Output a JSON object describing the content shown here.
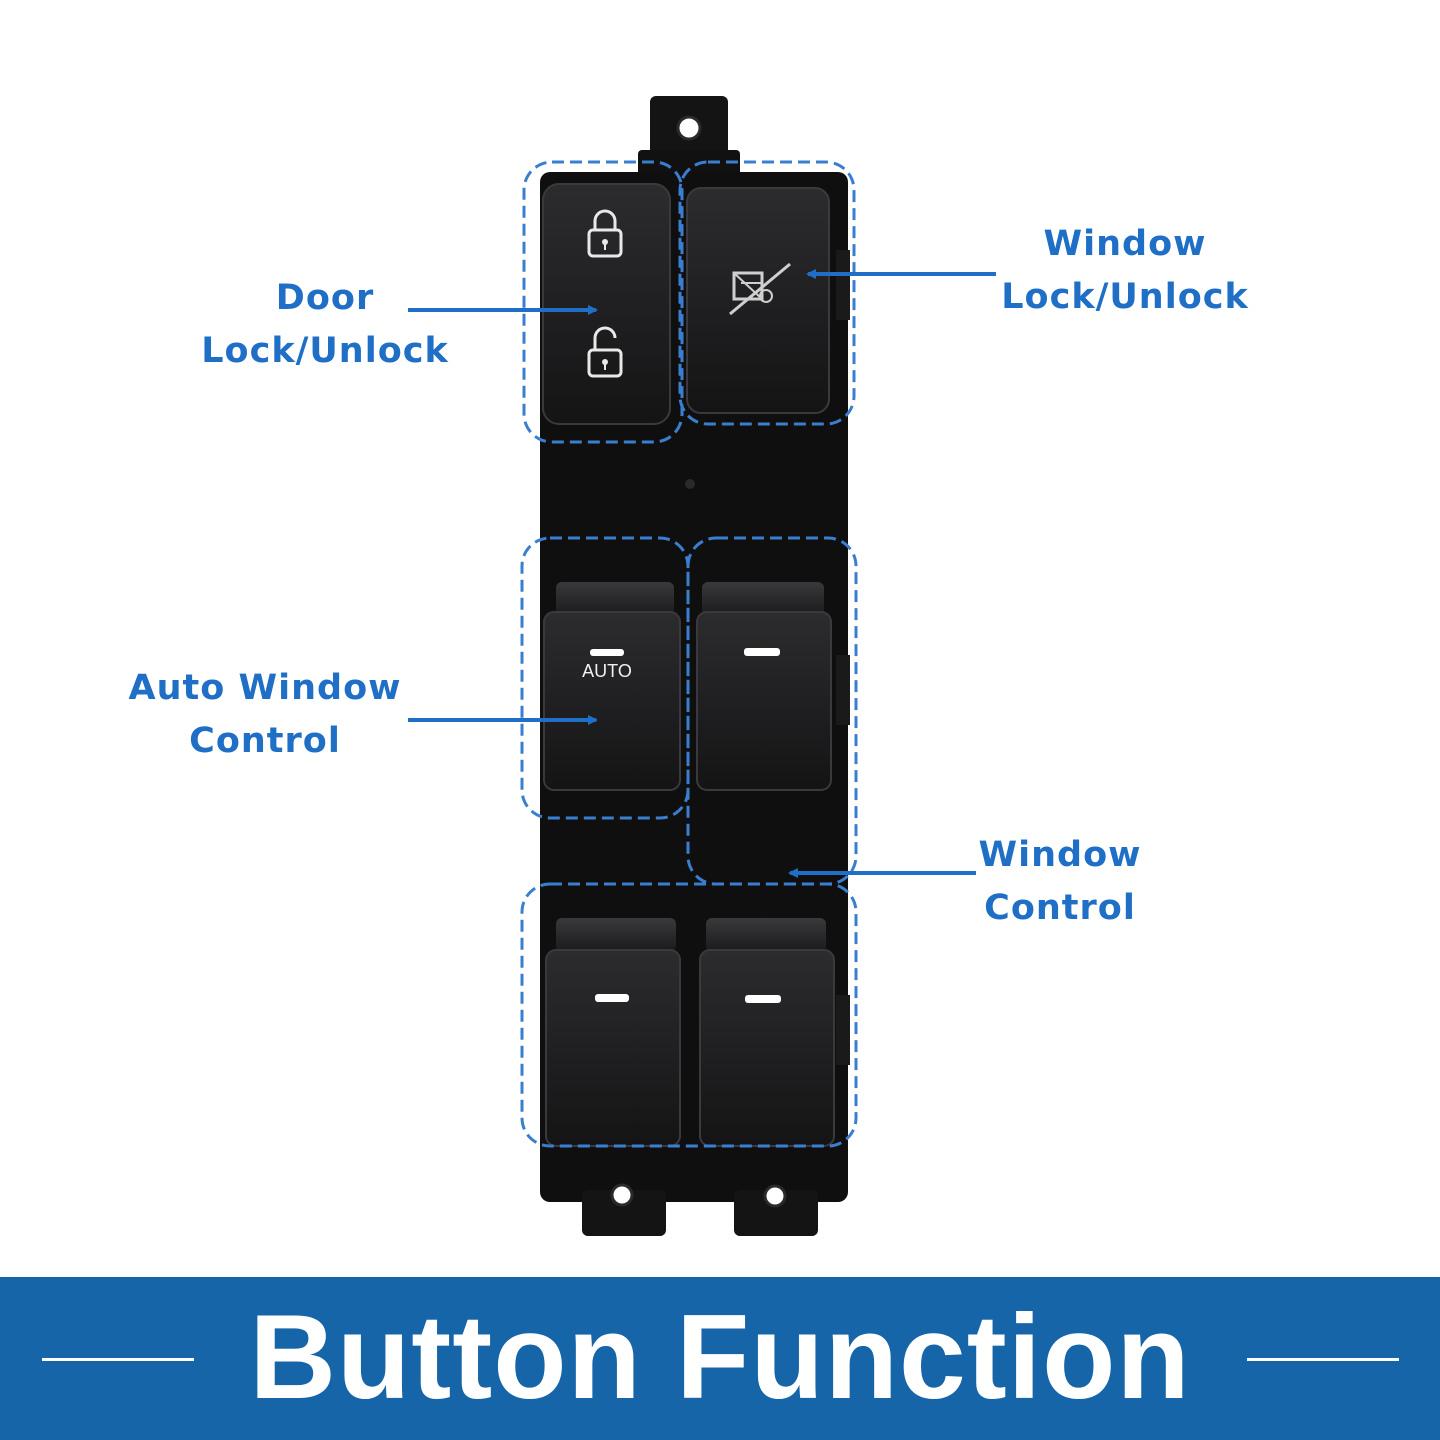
{
  "labels": {
    "door_lock": {
      "line1": "Door",
      "line2": "Lock/Unlock"
    },
    "window_lock": {
      "line1": "Window",
      "line2": "Lock/Unlock"
    },
    "auto_window": {
      "line1": "Auto Window",
      "line2": "Control"
    },
    "window_control": {
      "line1": "Window",
      "line2": "Control"
    }
  },
  "switch": {
    "auto_text": "AUTO"
  },
  "banner": {
    "title": "Button Function"
  },
  "colors": {
    "accent": "#1f6fc6",
    "banner": "#1565a8",
    "switch_body": "#0f0f10",
    "button": "#1c1c1e"
  },
  "icons": [
    "lock-closed-icon",
    "lock-open-icon",
    "window-lock-icon",
    "dashed-highlight",
    "arrow-icon",
    "banner-rule"
  ]
}
